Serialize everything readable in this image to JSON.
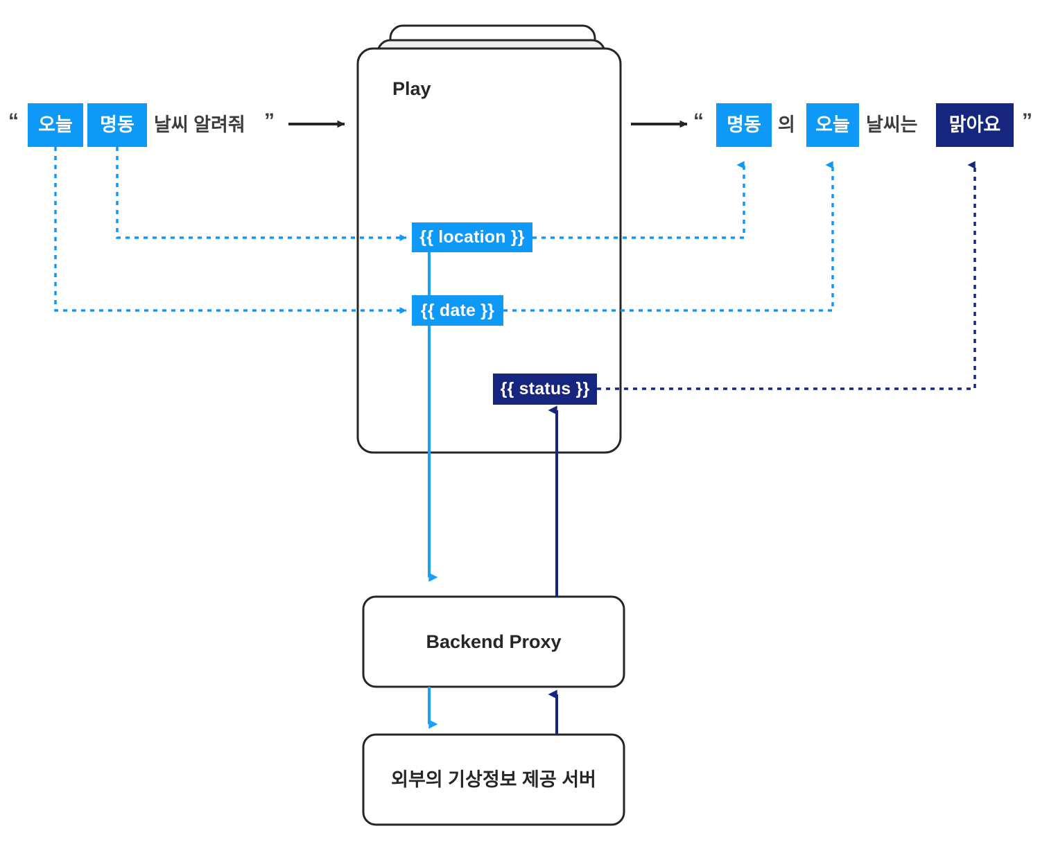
{
  "diagram": {
    "title_node": "Play",
    "input_utterance": {
      "open_quote": "“",
      "close_quote": "”",
      "tokens": [
        {
          "text": "오늘",
          "kind": "slot-light"
        },
        {
          "text": "명동",
          "kind": "slot-light"
        },
        {
          "text": "날씨 알려줘",
          "kind": "plain"
        }
      ]
    },
    "output_utterance": {
      "open_quote": "“",
      "close_quote": "”",
      "tokens": [
        {
          "text": "명동",
          "kind": "slot-light"
        },
        {
          "text": "의",
          "kind": "plain"
        },
        {
          "text": "오늘",
          "kind": "slot-light"
        },
        {
          "text": "날씨는",
          "kind": "plain"
        },
        {
          "text": "맑아요",
          "kind": "slot-dark"
        }
      ]
    },
    "variables": [
      {
        "id": "location",
        "label": "{{ location }}",
        "kind": "light"
      },
      {
        "id": "date",
        "label": "{{ date }}",
        "kind": "light"
      },
      {
        "id": "status",
        "label": "{{ status }}",
        "kind": "dark"
      }
    ],
    "nodes": [
      {
        "id": "backend-proxy",
        "label": "Backend Proxy"
      },
      {
        "id": "weather-server",
        "label": "외부의 기상정보 제공 서버"
      }
    ],
    "colors": {
      "light_blue": "#0d99f5",
      "dark_blue": "#16267e",
      "outline": "#262626",
      "text": "#3d3d3d",
      "card_shadow_fill": "#f0f0f0"
    }
  }
}
